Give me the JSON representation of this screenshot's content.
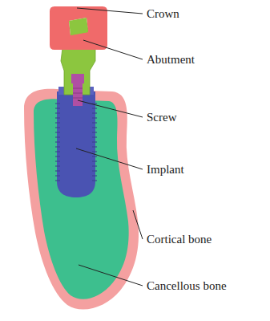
{
  "diagram": {
    "labels": [
      "Crown",
      "Abutment",
      "Screw",
      "Implant",
      "Cortical bone",
      "Cancellous bone"
    ]
  }
}
